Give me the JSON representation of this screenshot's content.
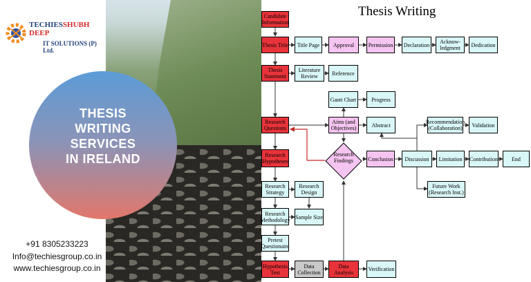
{
  "brand": {
    "name_part1": "TECHIES",
    "name_part2": "SHUBH DEEP",
    "subtitle": "IT SOLUTIONS (P) Ltd."
  },
  "hero": {
    "line1": "THESIS",
    "line2": "WRITING",
    "line3": "SERVICES",
    "line4": "IN IRELAND"
  },
  "contact": {
    "phone": "+91 8305233223",
    "email": "Info@techiesgroup.co.in",
    "website": "www.techiesgroup.co.in"
  },
  "diagram": {
    "title": "Thesis Writing",
    "nodes": {
      "candidate": "Candidate Information",
      "thesis_title": "Thesis Title",
      "title_page": "Title Page",
      "approval": "Approval",
      "permission": "Permission",
      "declaration": "Declaration",
      "acknowledgment": "Acknow-ledgment",
      "dedication": "Dedication",
      "thesis_statement": "Thesis Statement",
      "literature_review": "Literature Review",
      "reference": "Reference",
      "gantt_chart": "Gantt Chart",
      "progress": "Progress",
      "research_questions": "Research Questions",
      "aims": "Aims (and Objectives)",
      "abstract": "Abstract",
      "recommendation": "Recommendation (Collaboration)",
      "validation": "Validation",
      "research_hypotheses": "Research Hypotheses",
      "research_findings": "Research Findings",
      "conclusion": "Conclusion",
      "discussion": "Discussion",
      "limitation": "Limitation",
      "contribution": "Contribution",
      "end": "End",
      "research_strategy": "Research Strategy",
      "research_design": "Research Design",
      "future_work": "Future Work (Research Inst.)",
      "research_methodology": "Research Methodology",
      "sample_size": "Sample Size",
      "pretest": "Pretest Questionaire",
      "hypothesis_test": "Hypothesis Test",
      "data_collection": "Data Collection",
      "data_analysis": "Data Analysis",
      "verification": "Verification"
    },
    "colors": {
      "red": "#e8333a",
      "cyan": "#d9f7f7",
      "pink": "#f5c4f0",
      "grey": "#c9c9c9"
    }
  }
}
